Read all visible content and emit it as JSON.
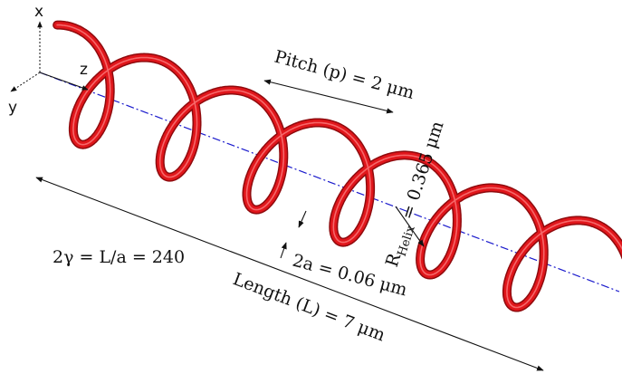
{
  "axes": {
    "x_label": "x",
    "y_label": "y",
    "z_label": "z"
  },
  "labels": {
    "pitch": "Pitch (p) = 2 μm",
    "radius_prefix": "R",
    "radius_sub": "Helix",
    "radius_suffix": " = 0.365 μm",
    "thickness": "2a = 0.06 μm",
    "length": "Length (L) = 7 μm",
    "aspect_ratio": "2γ = L/a = 240"
  },
  "colors": {
    "helix": "#e0161b",
    "helix_dark": "#8f0a0d",
    "axis_line": "#1a1acc",
    "annotation": "#111111"
  },
  "helix": {
    "turns": 6.2
  }
}
